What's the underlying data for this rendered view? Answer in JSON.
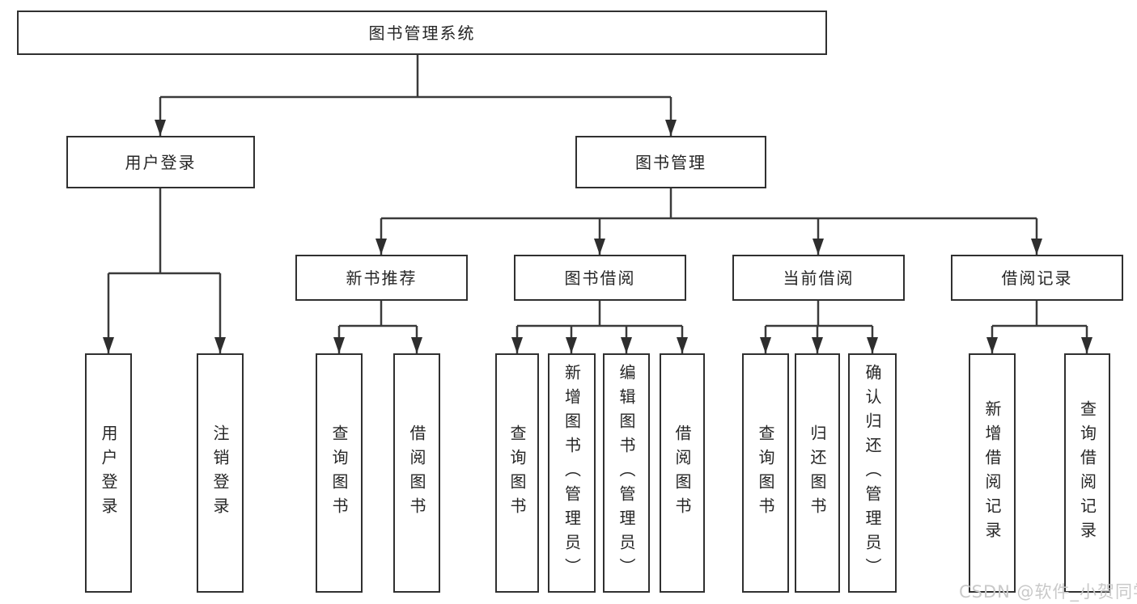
{
  "nodes": {
    "root": "图书管理系统",
    "level2": [
      "用户登录",
      "图书管理"
    ],
    "level3": [
      "新书推荐",
      "图书借阅",
      "当前借阅",
      "借阅记录"
    ],
    "level4": {
      "user_login": [
        "用户登录",
        "注销登录"
      ],
      "new_book_rec": [
        "查询图书",
        "借阅图书"
      ],
      "book_borrow": [
        "查询图书",
        "新增图书（管理员）",
        "编辑图书（管理员）",
        "借阅图书"
      ],
      "current_borrow": [
        "查询图书",
        "归还图书",
        "确认归还（管理员）"
      ],
      "borrow_records": [
        "新增借阅记录",
        "查询借阅记录"
      ]
    }
  },
  "watermark": "CSDN @软件_小贺同学",
  "colors": {
    "line": "#3a3a3a",
    "arrowhead": "#2e2e2e",
    "box_border": "#303030",
    "box_fill": "#ffffff",
    "text": "#262626",
    "watermark": "#c9c9c9",
    "background": "#ffffff"
  }
}
